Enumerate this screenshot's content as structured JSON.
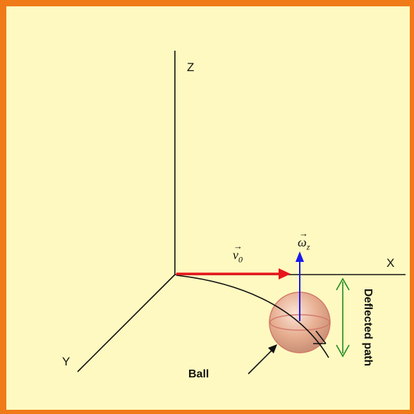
{
  "labels": {
    "z_axis": "Z",
    "x_axis": "X",
    "y_axis": "Y",
    "velocity_symbol": "v",
    "velocity_sub": "0",
    "omega_symbol": "ω",
    "omega_sub": "z",
    "deflected_path": "Deflected path",
    "ball": "Ball"
  },
  "colors": {
    "frame_border": "#f07a18",
    "background": "#fef9c0",
    "axis": "#111111",
    "velocity_arrow": "#e8151b",
    "omega_arrow": "#1a1aee",
    "deflection_bracket": "#1f8a1f",
    "ball_fill": "#e7b398",
    "ball_outline": "#d2796a"
  }
}
